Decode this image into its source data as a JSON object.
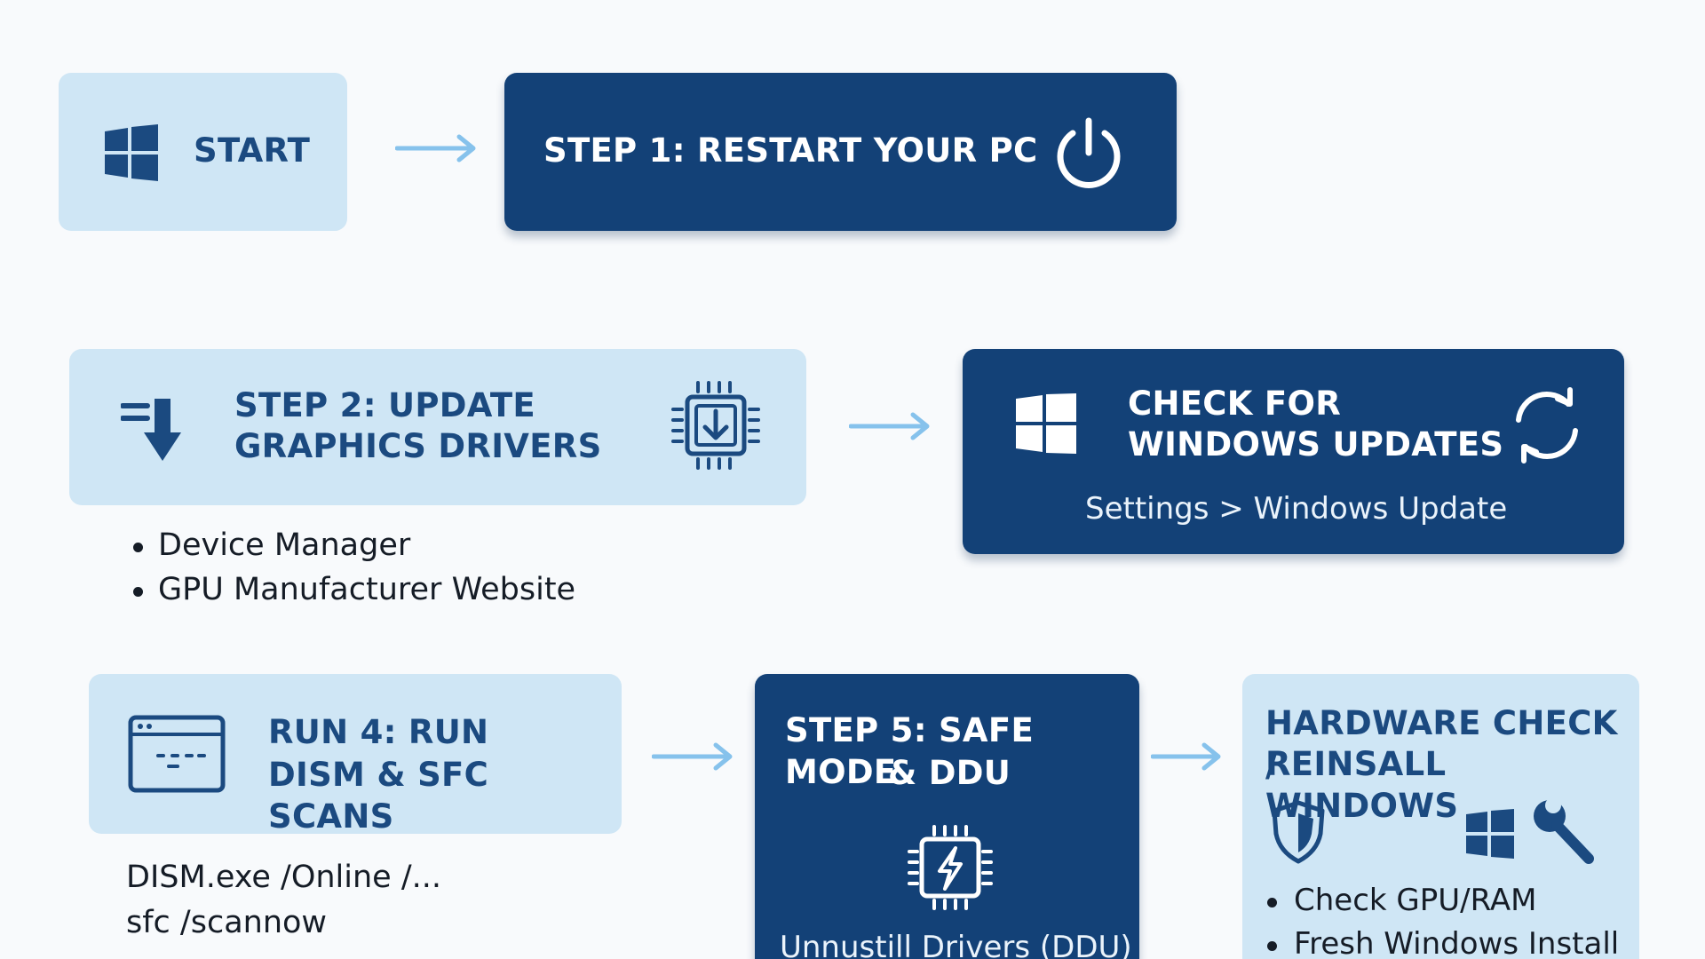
{
  "start": {
    "label": "START"
  },
  "step1": {
    "label": "STEP 1: RESTART YOUR PC"
  },
  "step2": {
    "line1": "STEP 2: UPDATE",
    "line2": "GRAPHICS DRIVERS",
    "bullets": [
      "Device Manager",
      "GPU Manufacturer Website"
    ]
  },
  "step3": {
    "line1": "CHECK FOR",
    "line2": "WINDOWS UPDATES",
    "path": "Settings > Windows Update"
  },
  "step4": {
    "line1": "RUN 4: RUN",
    "line2": "DISM & SFC SCANS",
    "commands": [
      "DISM.exe /Online /...",
      "sfc /scannow"
    ]
  },
  "step5": {
    "line1": "STEP 5: SAFE MODE",
    "line2": "& DDU",
    "caption": "Unnustill Drivers (DDU)"
  },
  "hardware": {
    "line1": "HARDWARE CHECK /",
    "line2": "REINSALL WINDOWS",
    "bullets": [
      "Check GPU/RAM",
      "Fresh Windows Install"
    ]
  },
  "colors": {
    "dark_box": "#134177",
    "light_box": "#cfe6f5",
    "arrow": "#86c2ec",
    "text_dark": "#151c26"
  },
  "icons": [
    "windows-icon",
    "power-icon",
    "download-arrow-icon",
    "gpu-chip-download-icon",
    "refresh-icon",
    "terminal-window-icon",
    "chip-bolt-icon",
    "shield-icon",
    "wrench-icon"
  ]
}
